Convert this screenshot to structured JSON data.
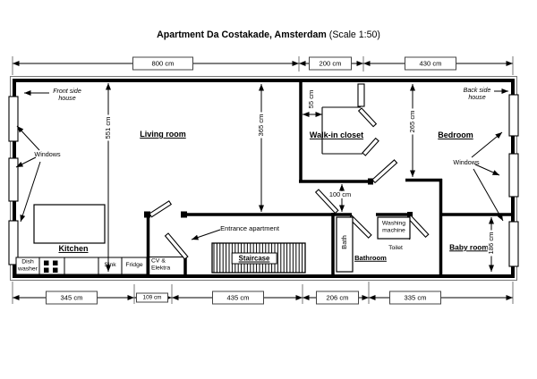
{
  "title": {
    "main": "Apartment Da Costakade, Amsterdam",
    "scale": "(Scale 1:50)"
  },
  "dimensions": {
    "top": [
      {
        "label": "800 cm"
      },
      {
        "label": "200 cm"
      },
      {
        "label": "430 cm"
      }
    ],
    "bottom": [
      {
        "label": "345 cm"
      },
      {
        "label": "109 cm"
      },
      {
        "label": "435 cm"
      },
      {
        "label": "206 cm"
      },
      {
        "label": "335 cm"
      }
    ],
    "interior": {
      "living_height": "551 cm",
      "center_height": "365 cm",
      "bedroom_height": "265 cm",
      "baby_room_height": "186 cm",
      "corridor_width": "100 cm",
      "closet_offset": "55 cm"
    }
  },
  "rooms": {
    "living_room": "Living room",
    "kitchen": "Kitchen",
    "walk_in_closet": "Walk-in closet",
    "bedroom": "Bedroom",
    "baby_room": "Baby room",
    "bathroom": "Bathroom",
    "staircase": "Staircase"
  },
  "fixtures": {
    "dish_washer": "Dish washer",
    "sink": "Sink",
    "fridge": "Fridge",
    "cv_elektra": "CV & Elektra",
    "bath": "Bath",
    "toilet": "Toilet",
    "washing_machine": "Washing machine"
  },
  "annotations": {
    "front_side": "Front side house",
    "back_side": "Back side house",
    "windows_left": "Windows",
    "windows_right": "Windows",
    "entrance": "Entrance apartment"
  }
}
